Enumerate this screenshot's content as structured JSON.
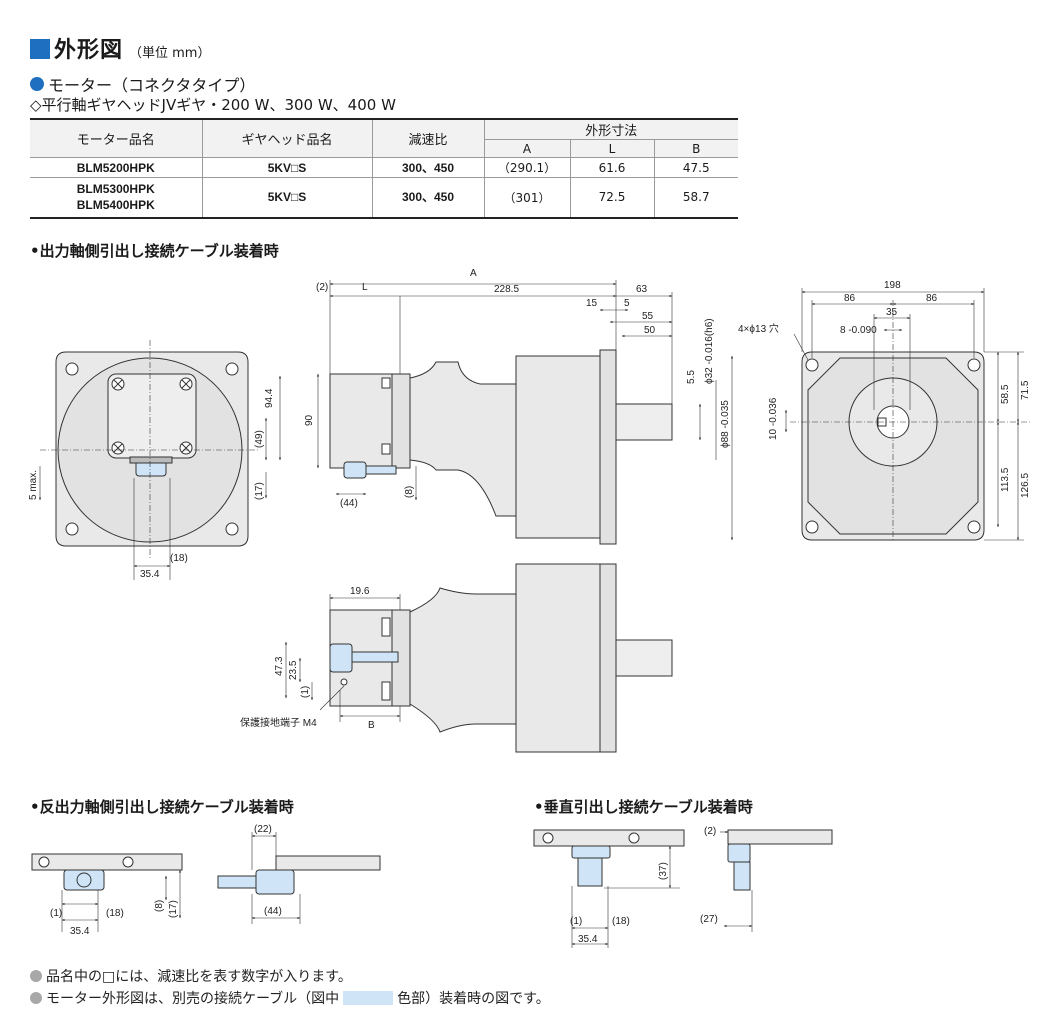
{
  "header": {
    "title": "外形図",
    "unit": "（単位 mm）"
  },
  "motor_heading": "モーター（コネクタタイプ）",
  "gear_heading": "◇平行軸ギヤヘッドJVギヤ・200 W、300 W、400 W",
  "table": {
    "headers": {
      "motor": "モーター品名",
      "gearhead": "ギヤヘッド品名",
      "ratio": "減速比",
      "dimensions": "外形寸法",
      "A": "A",
      "L": "L",
      "B": "B"
    },
    "rows": [
      {
        "motor": "BLM5200HPK",
        "gearhead": "5KV□S",
        "ratio": "300、450",
        "A": "（290.1）",
        "L": "61.6",
        "B": "47.5"
      },
      {
        "motor": "BLM5300HPK\nBLM5400HPK",
        "gearhead": "5KV□S",
        "ratio": "300、450",
        "A": "（301）",
        "L": "72.5",
        "B": "58.7"
      }
    ]
  },
  "sections": {
    "output_side": "•出力軸側引出し接続ケーブル装着時",
    "opposite_side": "•反出力軸側引出し接続ケーブル装着時",
    "vertical": "•垂直引出し接続ケーブル装着時"
  },
  "dims": {
    "A": "A",
    "L": "L",
    "paren2": "(2)",
    "d228_5": "228.5",
    "d63": "63",
    "d15": "15",
    "d5": "5",
    "d55": "55",
    "d50": "50",
    "d198": "198",
    "d86a": "86",
    "d86b": "86",
    "d35": "35",
    "d8tol": "8 -0.090",
    "hole": "4×ϕ13 穴",
    "d10tol": "10 -0.036",
    "d5_5": "5.5",
    "d32": "ϕ32 -0.016(h6)",
    "d88": "ϕ88 -0.035",
    "d90": "90",
    "d49": "(49)",
    "d94_4": "94.4",
    "d17": "(17)",
    "d5max": "5 max.",
    "d44": "(44)",
    "d8": "(8)",
    "d18": "(18)",
    "d35_4": "35.4",
    "d58_5": "58.5",
    "d71_5": "71.5",
    "d113_5": "113.5",
    "d126_5": "126.5",
    "d19_6": "19.6",
    "d47_3": "47.3",
    "d23_5": "23.5",
    "d1": "(1)",
    "B": "B",
    "ground": "保護接地端子 M4",
    "s_1": "(1)",
    "s_18": "(18)",
    "s_35_4": "35.4",
    "s_8": "(8)",
    "s_17": "(17)",
    "s_22": "(22)",
    "s_44": "(44)",
    "v_37": "(37)",
    "v_1": "(1)",
    "v_18": "(18)",
    "v_35_4": "35.4",
    "v_2": "(2)",
    "v_27": "(27)"
  },
  "notes": {
    "note1": "品名中の□には、減速比を表す数字が入ります。",
    "note2_a": "モーター外形図は、別売の接続ケーブル（図中",
    "note2_b": "色部）装着時の図です。"
  },
  "colors": {
    "accent": "#1f6fc1",
    "body_fill": "#e9e9e9",
    "cable_fill": "#cfe5f7"
  }
}
